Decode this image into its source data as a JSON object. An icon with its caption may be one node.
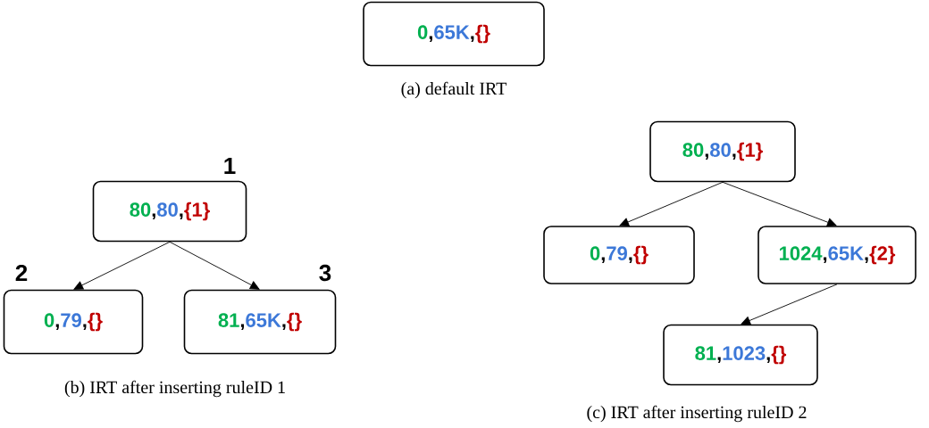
{
  "diagram": {
    "nodes": [
      {
        "text": [
          "0",
          ",",
          "65K",
          ",",
          "{}"
        ]
      },
      {
        "text": [
          "80",
          ",",
          "80",
          ",",
          "{1}"
        ],
        "beside": [
          "1"
        ]
      },
      {
        "text": [
          "0",
          ",",
          "79",
          ",",
          "{}"
        ],
        "beside": [
          "2"
        ]
      },
      {
        "text": [
          "81",
          ",",
          "65K",
          ",",
          "{}"
        ],
        "beside": [
          "3"
        ]
      },
      {
        "text": [
          "80",
          ",",
          "80",
          ",",
          "{1}"
        ]
      },
      {
        "text": [
          "0",
          ",",
          "79",
          ",",
          "{}"
        ]
      },
      {
        "text": [
          "1024",
          ",",
          "65K",
          ",",
          "{2}"
        ]
      },
      {
        "text": [
          "81",
          ",",
          "1023",
          ",",
          "{}"
        ]
      }
    ],
    "edges": [
      {
        "from": 1,
        "to": 2,
        "arrow": "to"
      },
      {
        "from": 1,
        "to": 3,
        "arrow": "to"
      },
      {
        "from": 4,
        "to": 5,
        "arrow": "to"
      },
      {
        "from": 4,
        "to": 6,
        "arrow": "to"
      },
      {
        "from": 6,
        "to": 7,
        "arrow": "to"
      }
    ],
    "labels": [
      "(a)  default IRT",
      "(b)  IRT after inserting ruleID 1",
      "(c)  IRT after inserting ruleID 2"
    ]
  }
}
